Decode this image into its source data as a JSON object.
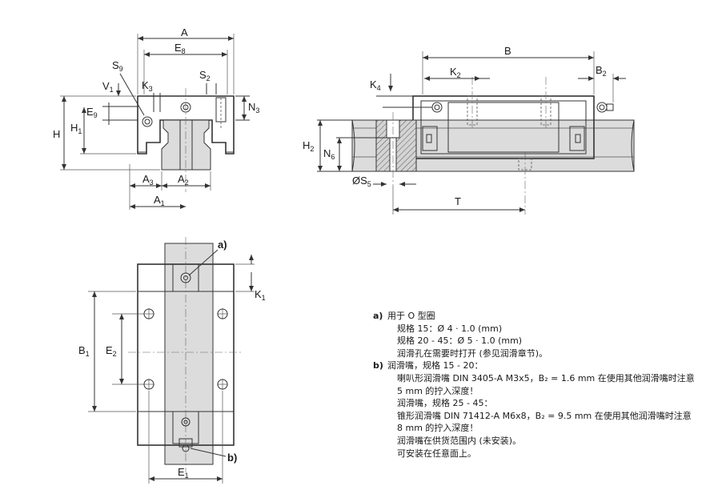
{
  "labels": {
    "A": "A",
    "E": "E",
    "S": "S",
    "V": "V",
    "K": "K",
    "N": "N",
    "H": "H",
    "B": "B",
    "T": "T",
    "OS": "ØS",
    "sub_8": "8",
    "sub_9": "9",
    "sub_1": "1",
    "sub_2": "2",
    "sub_3": "3",
    "sub_4": "4",
    "sub_5": "5",
    "sub_6": "6",
    "mark_a": "a)",
    "mark_b": "b)"
  },
  "notes": {
    "a": {
      "key": "a)",
      "lines": [
        "用于 O 型圈",
        "规格 15：Ø 4 · 1.0 (mm)",
        "规格 20 - 45：Ø 5 · 1.0 (mm)",
        "润滑孔在需要时打开 (参见润滑章节)。"
      ]
    },
    "b": {
      "key": "b)",
      "lines": [
        "润滑嘴，规格 15 - 20：",
        "喇叭形润滑嘴 DIN 3405-A M3x5，B₂ = 1.6 mm 在使用其他润滑嘴时注意",
        "5 mm 的拧入深度！",
        "润滑嘴，规格 25 - 45：",
        "锥形润滑嘴 DIN 71412-A M6x8，B₂ = 9.5 mm 在使用其他润滑嘴时注意",
        "8 mm 的拧入深度！",
        "润滑嘴在供货范围内 (未安装)。",
        "可安装在任意面上。"
      ]
    }
  },
  "colors": {
    "line": "#333333",
    "rail_fill": "#dcdcdc",
    "text": "#1a1a1a"
  }
}
